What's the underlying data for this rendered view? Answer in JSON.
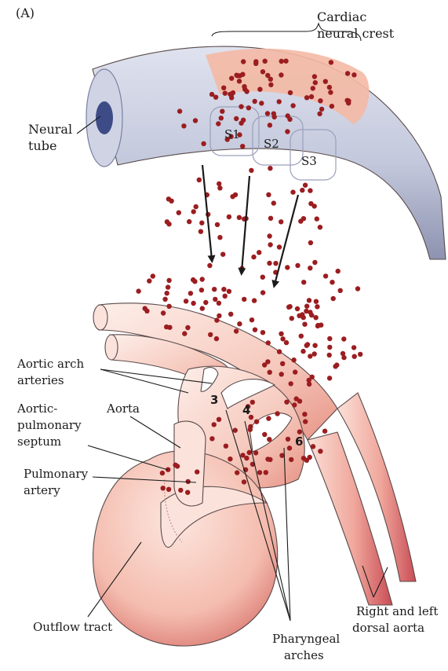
{
  "panel_label": "(A)",
  "labels": {
    "cardiac_neural_crest": [
      "Cardiac",
      "neural crest"
    ],
    "neural_tube": [
      "Neural",
      "tube"
    ],
    "somite_1": "S1",
    "somite_2": "S2",
    "somite_3": "S3",
    "aortic_arch_arteries": [
      "Aortic arch",
      "arteries"
    ],
    "aortic_pulmonary_septum": [
      "Aortic-",
      "pulmonary",
      "septum"
    ],
    "aorta": "Aorta",
    "pulmonary_artery": [
      "Pulmonary",
      "artery"
    ],
    "outflow_tract": "Outflow tract",
    "pharyngeal_arches": [
      "Pharyngeal",
      "arches"
    ],
    "dorsal_aorta": [
      "Right and left",
      "dorsal aorta"
    ],
    "arch_3": "3",
    "arch_4": "4",
    "arch_6": "6"
  },
  "colors": {
    "neural_tube": "#c3c8dc",
    "neural_tube_dark": "#8d93b0",
    "lumen": "#3d4c86",
    "crest_band": "#f4b9a4",
    "crest_cells": "#9b1d20",
    "vessel_light": "#fbe3dc",
    "vessel_mid": "#f2b3a6",
    "vessel_dark": "#c94c55",
    "heart": "#f6c3b8"
  }
}
